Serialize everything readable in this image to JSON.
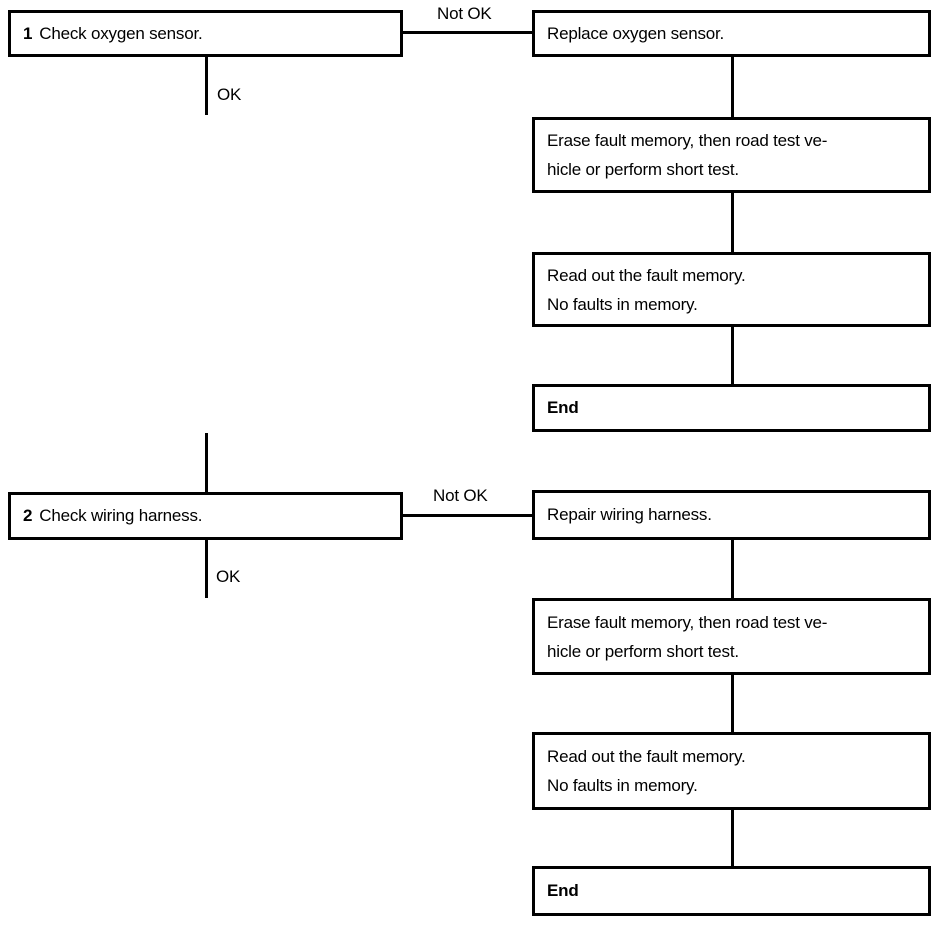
{
  "flowchart": {
    "steps": [
      {
        "number": "1",
        "title": "Check oxygen sensor.",
        "not_ok_label": "Not OK",
        "ok_label": "OK",
        "not_ok_action": "Replace oxygen sensor.",
        "followups": [
          "Erase fault memory, then road test ve-\nhicle or perform short test.",
          "Read out the fault memory.\nNo faults in memory.",
          "End"
        ]
      },
      {
        "number": "2",
        "title": "Check wiring harness.",
        "not_ok_label": "Not OK",
        "ok_label": "OK",
        "not_ok_action": "Repair wiring harness.",
        "followups": [
          "Erase fault memory, then road test ve-\nhicle or perform short test.",
          "Read out the fault memory.\nNo faults in memory.",
          "End"
        ]
      }
    ]
  }
}
